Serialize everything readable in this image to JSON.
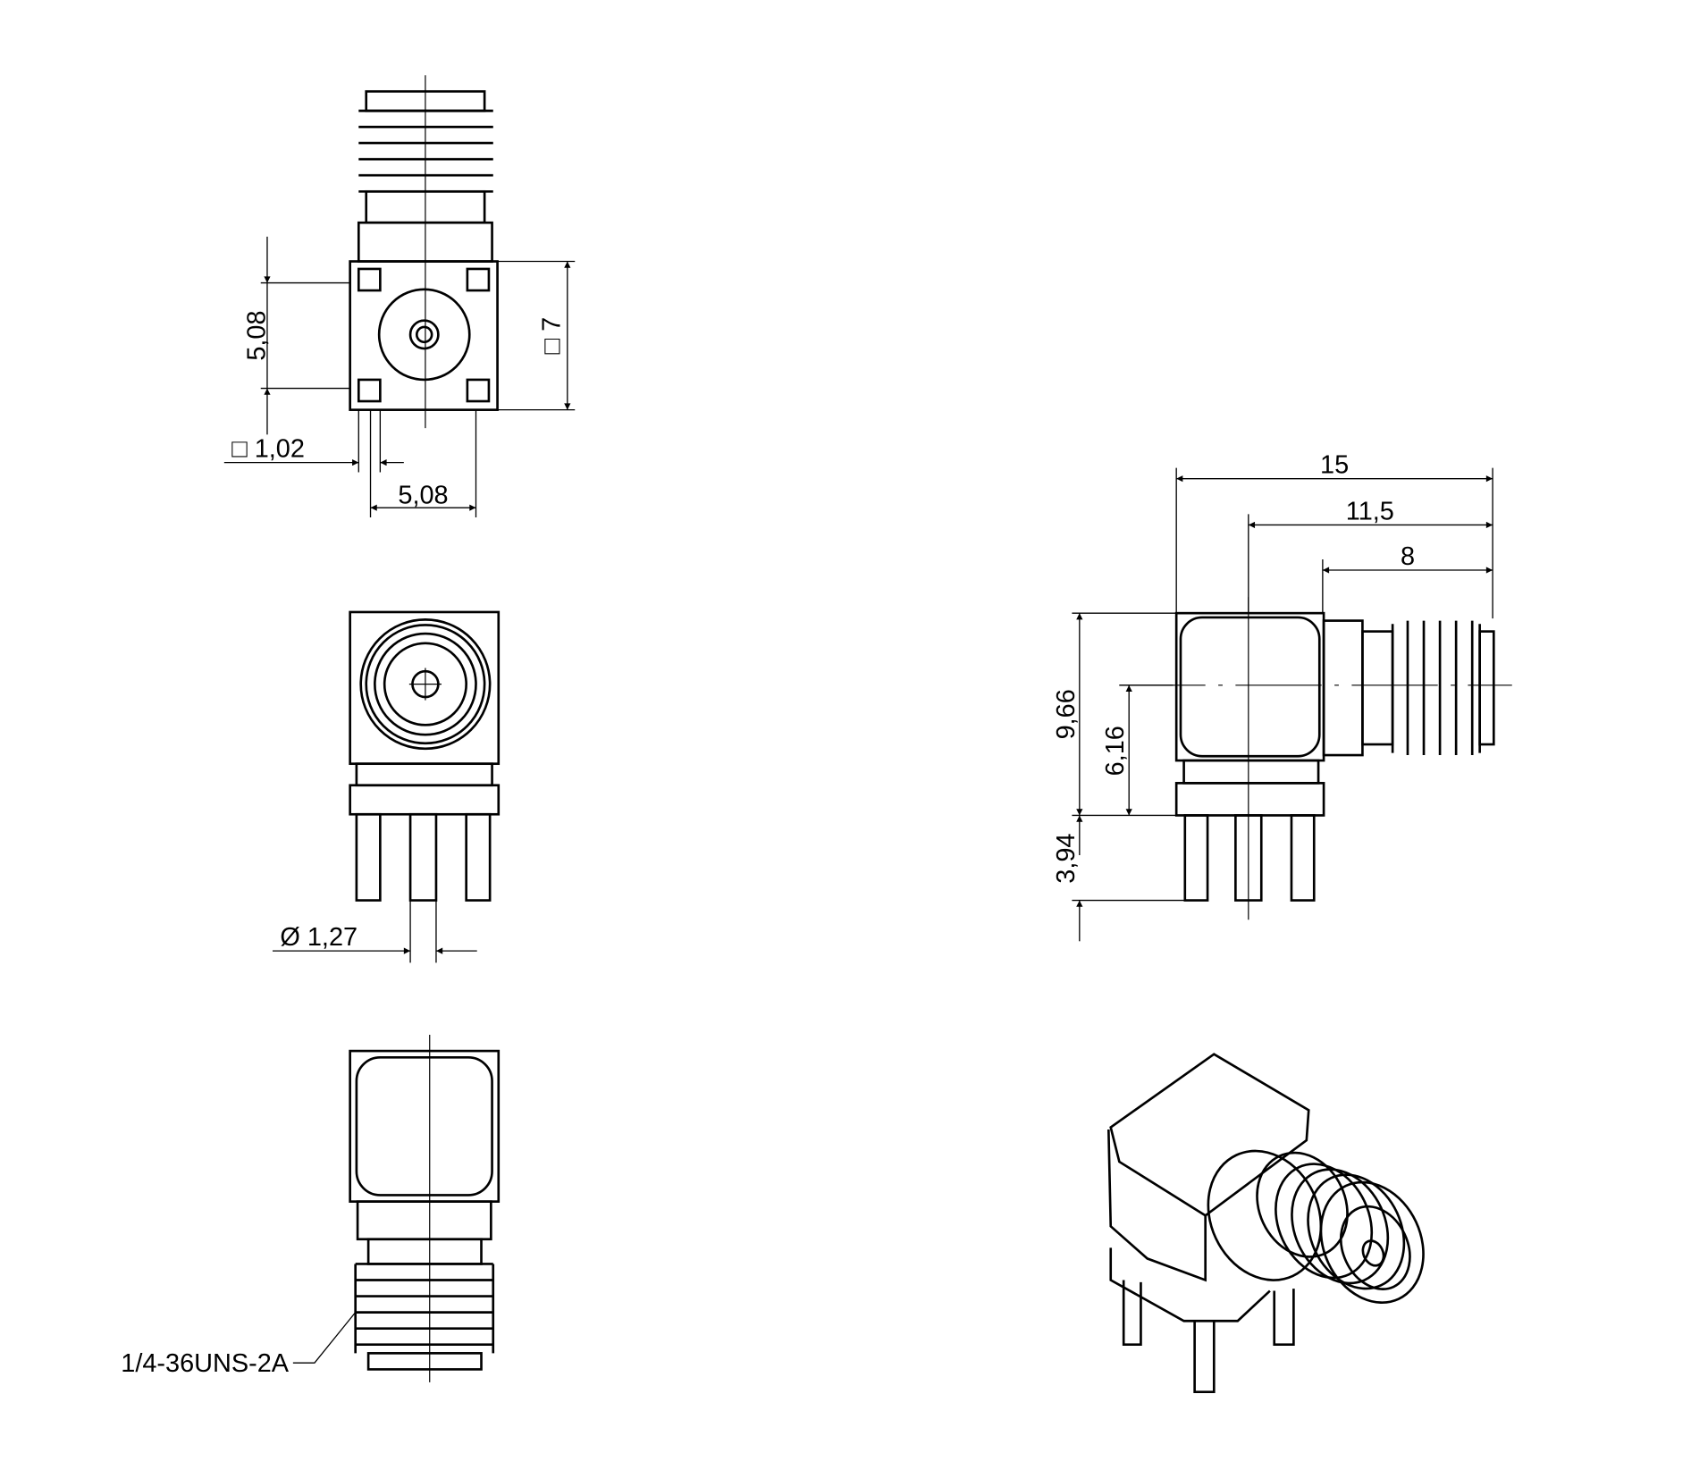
{
  "drawing": {
    "top_view": {
      "pitch_vertical": "5,08",
      "square_size": "□ 7",
      "pad_size": "□ 1,02",
      "pitch_horizontal": "5,08"
    },
    "front_view": {
      "pin_diameter": "Ø 1,27"
    },
    "bottom_view": {
      "thread_spec": "1/4-36UNS-2A"
    },
    "side_view": {
      "overall_length": "15",
      "axis_to_end": "11,5",
      "thread_length": "8",
      "height": "9,66",
      "axis_height": "6,16",
      "pin_length": "3,94"
    }
  }
}
